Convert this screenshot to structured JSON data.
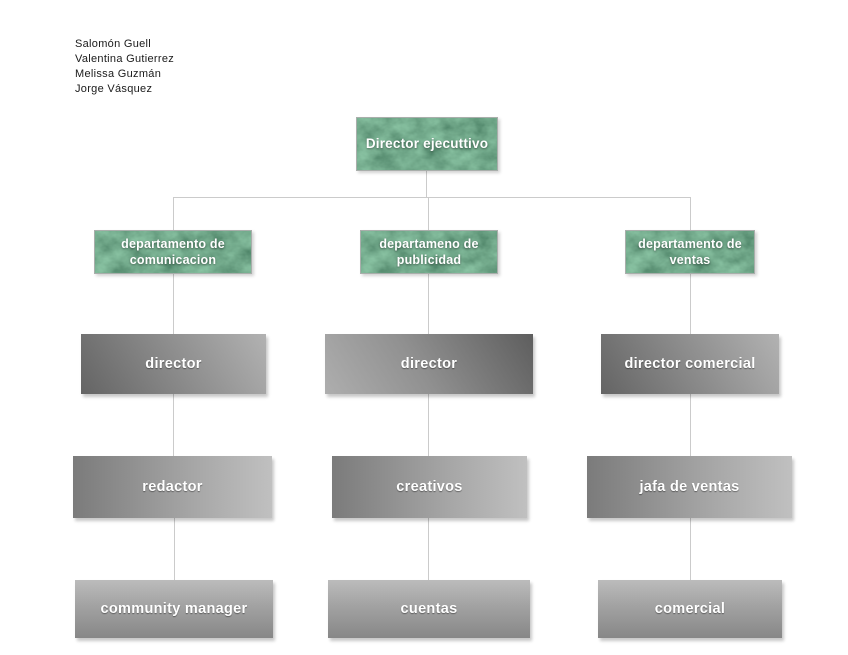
{
  "authors": [
    "Salomón Guell",
    "Valentina Gutierrez",
    "Melissa Guzmán",
    "Jorge Vásquez"
  ],
  "org": {
    "root_label": "Director ejecuttivo",
    "branches": [
      {
        "department": "departamento de comunicacion",
        "roles": [
          "director",
          "redactor",
          "community manager"
        ]
      },
      {
        "department": "departameno de publicidad",
        "roles": [
          "director",
          "creativos",
          "cuentas"
        ]
      },
      {
        "department": "departamento de ventas",
        "roles": [
          "director comercial",
          "jafa de ventas",
          "comercial"
        ]
      }
    ]
  },
  "colors": {
    "background": "#ffffff",
    "green_node_base": "#2d6040",
    "green_node_border": "#a9aeab",
    "gray_dark": "#646464",
    "gray_light": "#c0c0c0",
    "connector": "#cbcbcb",
    "node_text": "#ffffff",
    "author_text": "#1a1a1a"
  }
}
